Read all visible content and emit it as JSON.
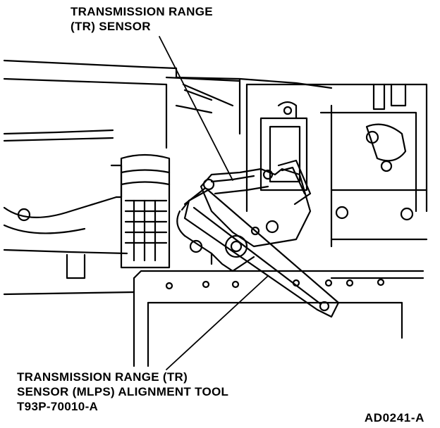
{
  "labels": {
    "tr_sensor": [
      "TRANSMISSION RANGE",
      "(TR) SENSOR"
    ],
    "alignment_tool": [
      "TRANSMISSION RANGE (TR)",
      "SENSOR (MLPS) ALIGNMENT TOOL",
      "T93P-70010-A"
    ],
    "figure_id": "AD0241-A"
  },
  "colors": {
    "ink": "#000000",
    "paper": "#ffffff"
  }
}
